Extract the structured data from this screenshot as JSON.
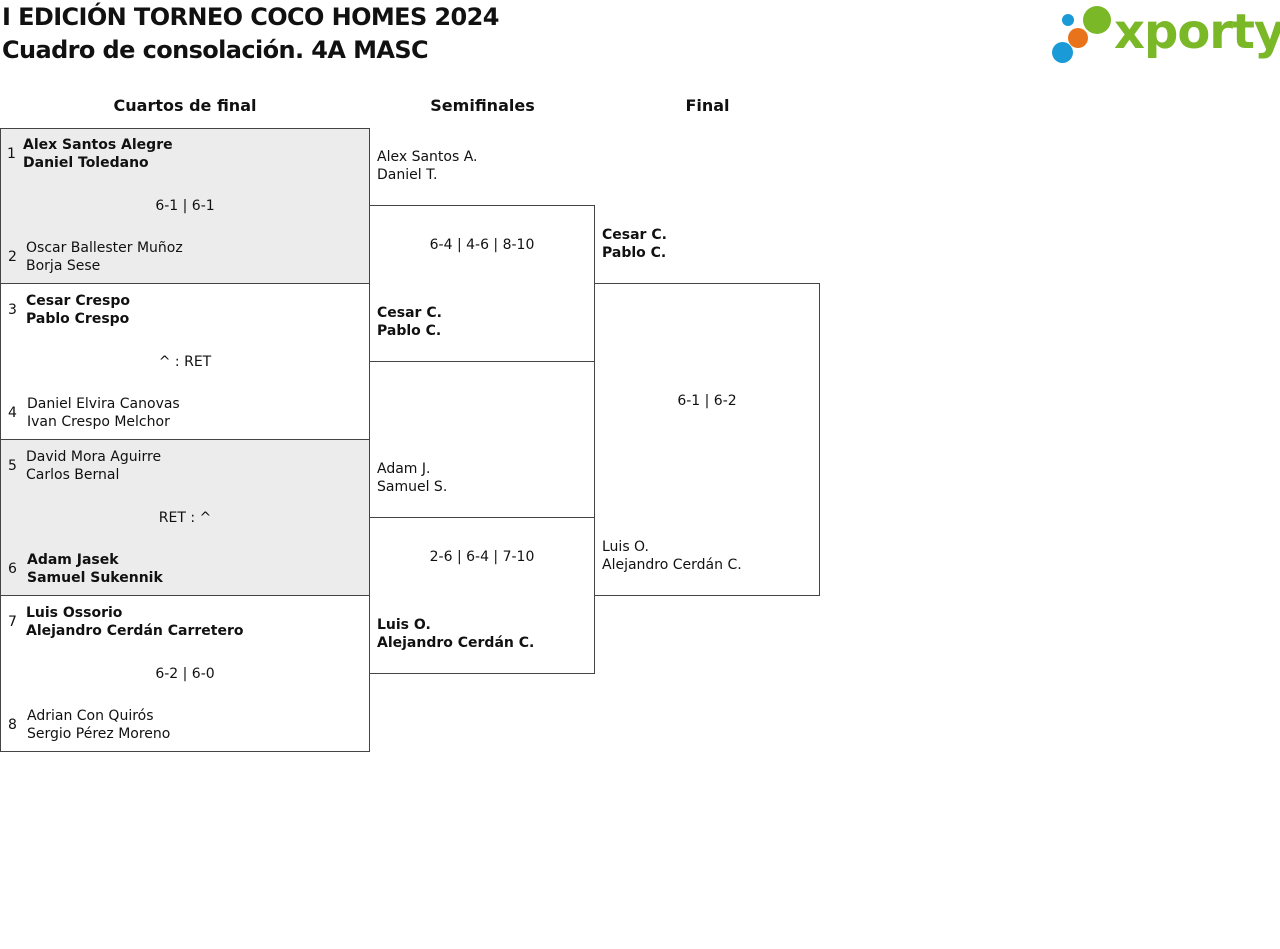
{
  "header": {
    "title_line1": "I EDICIÓN TORNEO COCO HOMES 2024",
    "title_line2": "Cuadro de consolación. 4A MASC"
  },
  "logo": {
    "text": "xporty",
    "text_color": "#7ab828",
    "dot_colors": [
      "#7ab828",
      "#1a9ad6",
      "#e8731b"
    ]
  },
  "rounds": {
    "quarterfinals": "Cuartos de final",
    "semifinals": "Semifinales",
    "final": "Final"
  },
  "colors": {
    "shaded_match": "#ececec",
    "border": "#444444"
  },
  "quarterfinals": [
    {
      "top": {
        "seed": "1",
        "p1": "Alex Santos Alegre",
        "p2": "Daniel Toledano",
        "winner": true
      },
      "score": "6-1 | 6-1",
      "bottom": {
        "seed": "2",
        "p1": "Oscar Ballester Muñoz",
        "p2": "Borja Sese",
        "winner": false
      }
    },
    {
      "top": {
        "seed": "3",
        "p1": "Cesar Crespo",
        "p2": "Pablo Crespo",
        "winner": true
      },
      "score": "^ : RET",
      "bottom": {
        "seed": "4",
        "p1": "Daniel Elvira Canovas",
        "p2": "Ivan Crespo Melchor",
        "winner": false
      }
    },
    {
      "top": {
        "seed": "5",
        "p1": "David Mora Aguirre",
        "p2": "Carlos Bernal",
        "winner": false
      },
      "score": "RET : ^",
      "bottom": {
        "seed": "6",
        "p1": "Adam Jasek",
        "p2": "Samuel Sukennik",
        "winner": true
      }
    },
    {
      "top": {
        "seed": "7",
        "p1": "Luis Ossorio",
        "p2": "Alejandro Cerdán Carretero",
        "winner": true
      },
      "score": "6-2 | 6-0",
      "bottom": {
        "seed": "8",
        "p1": "Adrian Con Quirós",
        "p2": "Sergio Pérez Moreno",
        "winner": false
      }
    }
  ],
  "semifinals": [
    {
      "top": {
        "p1": "Alex Santos A.",
        "p2": "Daniel T.",
        "winner": false
      },
      "score": "6-4 | 4-6 | 8-10",
      "bottom": {
        "p1": "Cesar C.",
        "p2": "Pablo C.",
        "winner": true
      }
    },
    {
      "top": {
        "p1": "Adam J.",
        "p2": "Samuel S.",
        "winner": false
      },
      "score": "2-6 | 6-4 | 7-10",
      "bottom": {
        "p1": "Luis O.",
        "p2": "Alejandro Cerdán C.",
        "winner": true
      }
    }
  ],
  "final": {
    "top": {
      "p1": "Cesar C.",
      "p2": "Pablo C.",
      "winner": true
    },
    "score": "6-1 | 6-2",
    "bottom": {
      "p1": "Luis O.",
      "p2": "Alejandro Cerdán C.",
      "winner": false
    }
  }
}
